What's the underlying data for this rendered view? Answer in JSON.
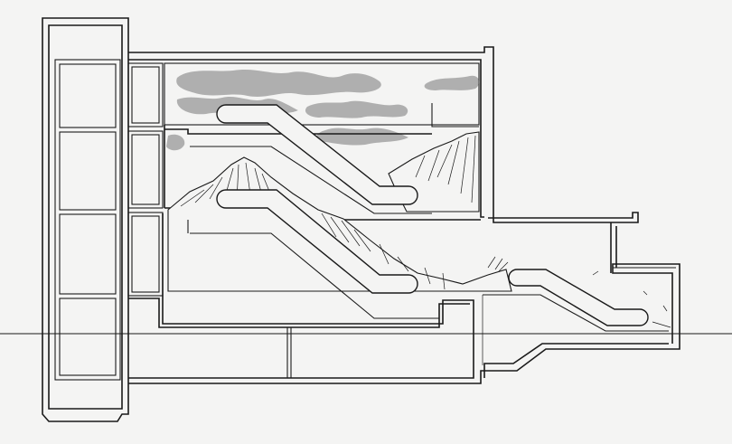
{
  "drawing": {
    "kind": "architectural-section",
    "colors": {
      "background": "#f4f4f3",
      "line": "#1a1a1a",
      "texture": "#777777"
    },
    "elements": [
      "ground-line",
      "elevator-shaft",
      "stair-core",
      "upper-hall-with-mural",
      "middle-hall",
      "lower-hall",
      "basement-slab",
      "upper-escalator",
      "lower-escalator",
      "exit-escalator",
      "entrance-canopy",
      "mountain-mural",
      "cloud-mural"
    ]
  }
}
